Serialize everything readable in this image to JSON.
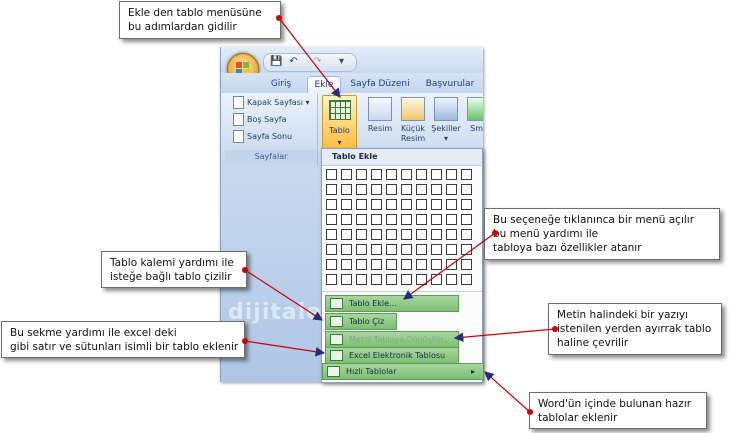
{
  "callouts": {
    "top": [
      "Ekle den tablo menüsüne",
      "bu adımlardan gidilir"
    ],
    "right_top": [
      "Bu seçeneğe tıklanınca bir menü açılır",
      "bu menü yardımı ile",
      "tabloya bazı özellikler atanır"
    ],
    "left_middle": [
      "Tablo kalemi yardımı ile",
      "isteğe bağlı tablo çizilir"
    ],
    "left_bottom": [
      "Bu sekme yardımı ile excel deki",
      "gibi satır ve sütunları isimli bir tablo eklenir"
    ],
    "right_middle": [
      "Metin halindeki bir yazıyı",
      "istenilen yerden ayırrak tablo",
      "haline çevrilir"
    ],
    "right_bottom": [
      "Word'ün içinde bulunan hazır",
      "tablolar eklenir"
    ]
  },
  "ribbon": {
    "tabs": [
      "Giriş",
      "Ekle",
      "Sayfa Düzeni",
      "Başvurular"
    ],
    "pages_group": {
      "items": [
        "Kapak Sayfası",
        "Boş Sayfa",
        "Sayfa Sonu"
      ],
      "dropdown_marker": "▾",
      "label": "Sayfalar"
    },
    "insert_items": [
      {
        "label": "Tablo",
        "arrow": "▾"
      },
      {
        "label": "Resim"
      },
      {
        "label_line1": "Küçük",
        "label_line2": "Resim"
      },
      {
        "label": "Şekiller",
        "arrow": "▾"
      },
      {
        "label": "Sma"
      }
    ]
  },
  "quick_access": {
    "save": "💾",
    "undo": "↶",
    "redo": "↷",
    "more": "▾"
  },
  "dropdown": {
    "header": "Tablo Ekle",
    "grid_rows": 8,
    "grid_cols": 10,
    "menu_items": [
      {
        "label": "Tablo Ekle...",
        "enabled": true
      },
      {
        "label": "Tablo Çiz",
        "enabled": true
      },
      {
        "label": "Metni Tabloya Dönüştür...",
        "enabled": false
      },
      {
        "label": "Excel Elektronik Tablosu",
        "enabled": true
      },
      {
        "label": "Hızlı Tablolar",
        "enabled": true,
        "submenu_arrow": "▸"
      }
    ]
  },
  "watermark": "dijitaleq",
  "colors": {
    "arrow": "#cc0000",
    "menu_highlight": "#7cc072",
    "ribbon_text": "#15428b"
  }
}
